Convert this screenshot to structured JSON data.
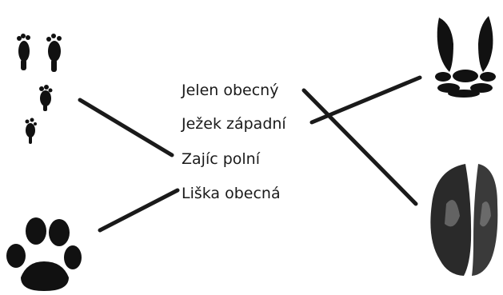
{
  "labels": [
    {
      "id": "jelen",
      "text": "Jelen obecný"
    },
    {
      "id": "jezek",
      "text": "Ježek západní"
    },
    {
      "id": "zajic",
      "text": "Zajíc polní"
    },
    {
      "id": "liska",
      "text": "Liška obecná"
    }
  ],
  "prints": [
    {
      "id": "hare",
      "icon": "hare-track-icon"
    },
    {
      "id": "fox",
      "icon": "fox-paw-print-icon"
    },
    {
      "id": "hedgehog",
      "icon": "hedgehog-track-icon"
    },
    {
      "id": "deer",
      "icon": "deer-hoof-print-icon"
    }
  ],
  "matches": [
    {
      "from": "jelen",
      "to": "deer"
    },
    {
      "from": "jezek",
      "to": "hedgehog"
    },
    {
      "from": "zajic",
      "to": "hare"
    },
    {
      "from": "liska",
      "to": "fox"
    }
  ],
  "colors": {
    "ink": "#111111",
    "line": "#1a1a1a",
    "text": "#1a1a1a"
  }
}
